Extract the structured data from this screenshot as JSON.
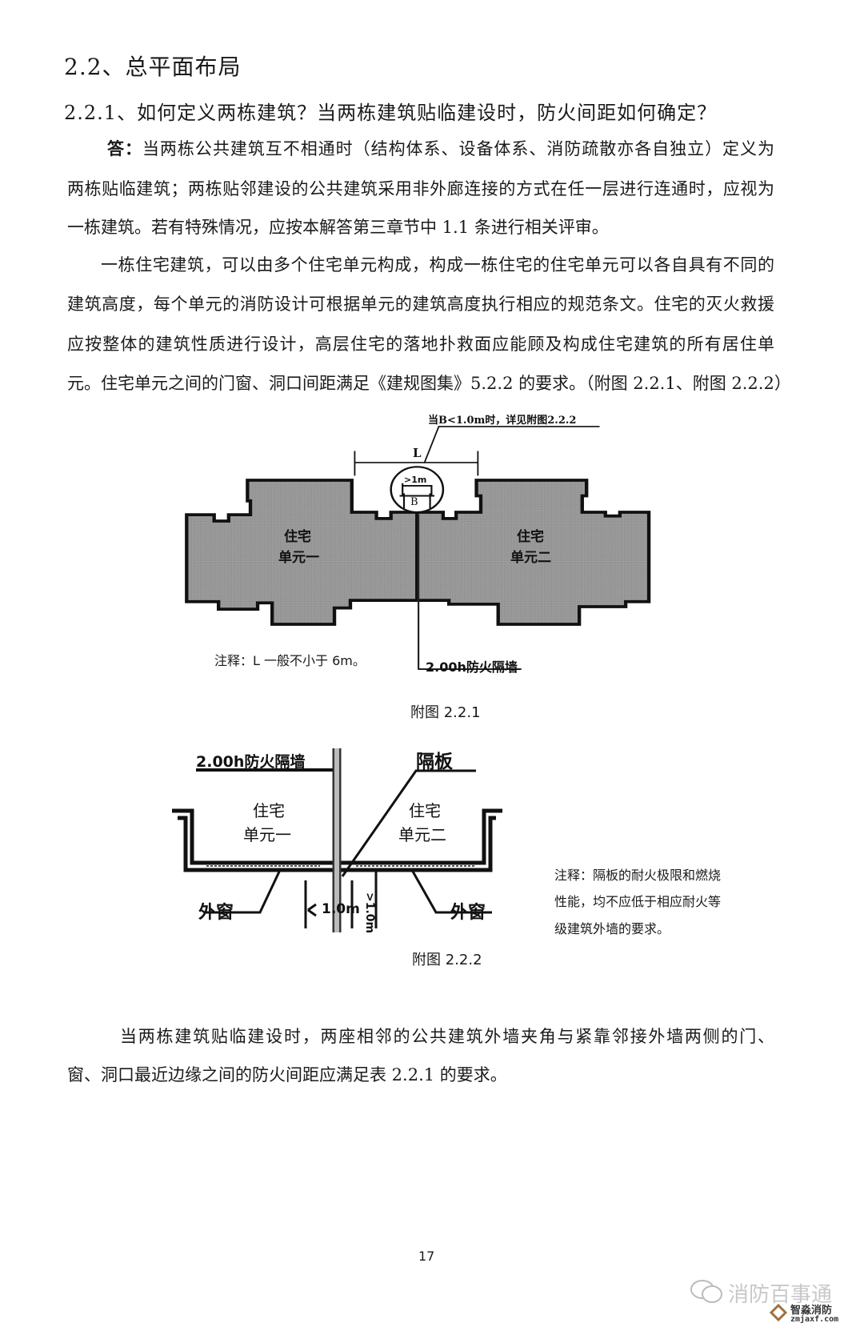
{
  "section_title": "2.2、总平面布局",
  "question_title": "2.2.1、如何定义两栋建筑？当两栋建筑贴临建设时，防火间距如何确定？",
  "answer": {
    "label": "答：",
    "lines": [
      "当两栋公共建筑互不相通时（结构体系、设备体系、消防疏散亦各自独立）定义为",
      "两栋贴临建筑；两栋贴邻建设的公共建筑采用非外廊连接的方式在任一层进行连通时，应视为",
      "一栋建筑。若有特殊情况，应按本解答第三章节中 1.1 条进行相关评审。"
    ]
  },
  "paragraph2": [
    "一栋住宅建筑，可以由多个住宅单元构成，构成一栋住宅的住宅单元可以各自具有不同的",
    "建筑高度，每个单元的消防设计可根据单元的建筑高度执行相应的规范条文。住宅的灭火救援",
    "应按整体的建筑性质进行设计，高层住宅的落地扑救面应能顾及构成住宅建筑的所有居住单",
    "元。住宅单元之间的门窗、洞口间距满足《建规图集》5.2.2 的要求。（附图 2.2.1、附图 2.2.2）"
  ],
  "figure1": {
    "callout": "当B<1.0m时，详见附图2.2.2",
    "dim_L": "L",
    "dim_gt1m": ">1m",
    "dim_B": "B",
    "unit1_line1": "住宅",
    "unit1_line2": "单元一",
    "unit2_line1": "住宅",
    "unit2_line2": "单元二",
    "note": "注释：L 一般不小于 6m。",
    "firewall_label": "2.00h防火隔墙",
    "caption": "附图 2.2.1"
  },
  "figure2": {
    "firewall_label": "2.00h防火隔墙",
    "partition_label": "隔板",
    "unit1_line1": "住宅",
    "unit1_line2": "单元一",
    "unit2_line1": "住宅",
    "unit2_line2": "单元二",
    "window_left": "外窗",
    "window_right": "外窗",
    "dim_1m": "1.0m",
    "dim_gt1m": ">1.0m",
    "note_lines": [
      "注释：隔板的耐火极限和燃烧",
      "性能，均不应低于相应耐火等",
      "级建筑外墙的要求。"
    ],
    "caption": "附图 2.2.2"
  },
  "paragraph3": [
    "当两栋建筑贴临建设时，两座相邻的公共建筑外墙夹角与紧靠邻接外墙两侧的门、",
    "窗、洞口最近边缘之间的防火间距应满足表 2.2.1 的要求。"
  ],
  "page_number": "17",
  "watermark": {
    "account": "消防百事通",
    "site_name": "智淼消防",
    "site_url": "zmjaxf.com"
  }
}
